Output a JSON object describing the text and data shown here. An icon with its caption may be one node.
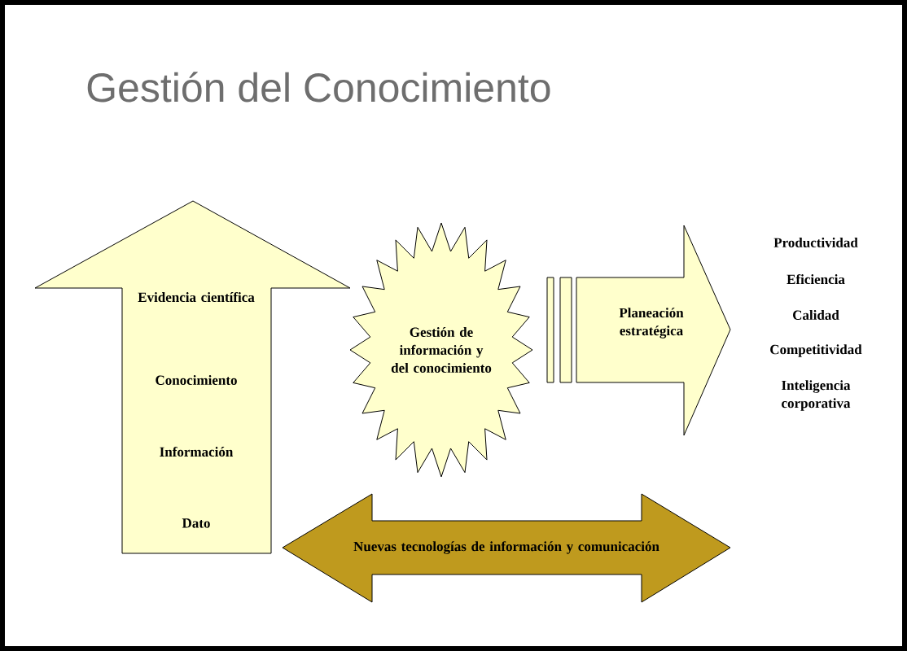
{
  "diagram": {
    "title": "Gestión del Conocimiento",
    "nodes": [
      {
        "text": [
          "Evidencia científica",
          "Conocimiento",
          "Información",
          "Dato"
        ]
      },
      {
        "text": [
          "Gestión de información y del conocimiento"
        ]
      },
      {
        "text": [
          "Planeación estratégica"
        ]
      },
      {
        "text": [
          "Nuevas tecnologías de información y comunicación"
        ]
      }
    ],
    "labels": [
      "Productividad",
      "Eficiencia",
      "Calidad",
      "Competitividad",
      "Inteligencia corporativa"
    ]
  }
}
